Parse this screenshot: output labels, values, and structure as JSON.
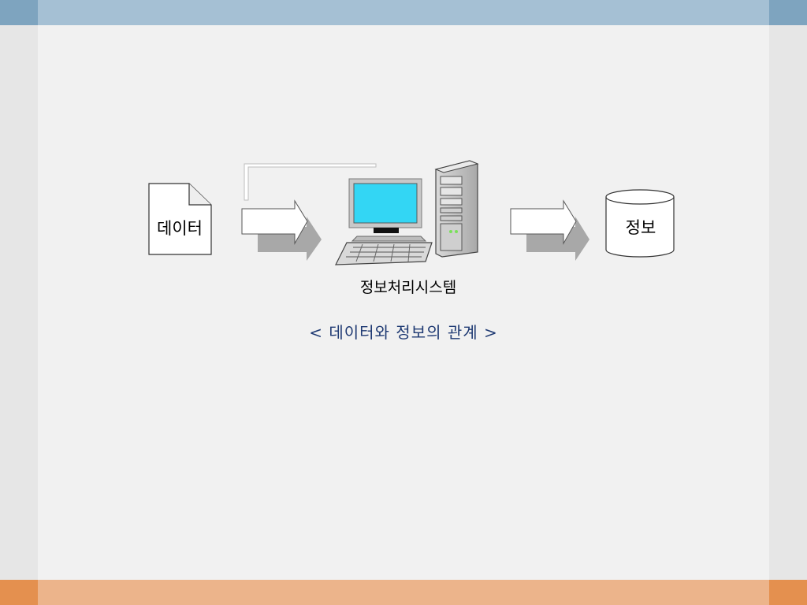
{
  "diagram": {
    "nodes": {
      "data": "데이터",
      "system": "정보처리시스템",
      "info": "정보"
    },
    "caption": "< 데이터와 정보의 관계 >"
  },
  "colors": {
    "top_bar": "#a5c0d4",
    "top_bar_cap": "#7ea4bf",
    "bottom_bar": "#ecb48b",
    "bottom_bar_cap": "#e4904f",
    "caption_text": "#1f3a73",
    "monitor_screen": "#33d6f4"
  }
}
